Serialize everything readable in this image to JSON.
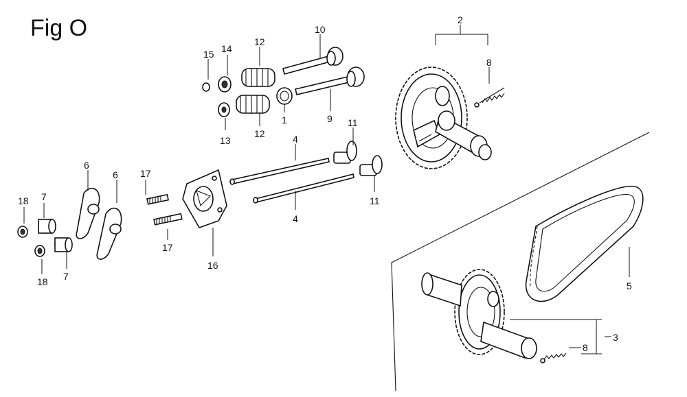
{
  "figure": {
    "title": "Fig O"
  },
  "labels": [
    {
      "id": "p15",
      "text": "15"
    },
    {
      "id": "p14",
      "text": "14"
    },
    {
      "id": "p12a",
      "text": "12"
    },
    {
      "id": "p10",
      "text": "10"
    },
    {
      "id": "p2",
      "text": "2"
    },
    {
      "id": "p8a",
      "text": "8"
    },
    {
      "id": "p13",
      "text": "13"
    },
    {
      "id": "p12b",
      "text": "12"
    },
    {
      "id": "p1",
      "text": "1"
    },
    {
      "id": "p9",
      "text": "9"
    },
    {
      "id": "p11a",
      "text": "11"
    },
    {
      "id": "p4a",
      "text": "4"
    },
    {
      "id": "p6a",
      "text": "6"
    },
    {
      "id": "p6b",
      "text": "6"
    },
    {
      "id": "p17a",
      "text": "17"
    },
    {
      "id": "p18a",
      "text": "18"
    },
    {
      "id": "p7a",
      "text": "7"
    },
    {
      "id": "p11b",
      "text": "11"
    },
    {
      "id": "p4b",
      "text": "4"
    },
    {
      "id": "p17b",
      "text": "17"
    },
    {
      "id": "p16",
      "text": "16"
    },
    {
      "id": "p18b",
      "text": "18"
    },
    {
      "id": "p7b",
      "text": "7"
    },
    {
      "id": "p5",
      "text": "5"
    },
    {
      "id": "p3",
      "text": "3"
    },
    {
      "id": "p8b",
      "text": "8"
    }
  ]
}
